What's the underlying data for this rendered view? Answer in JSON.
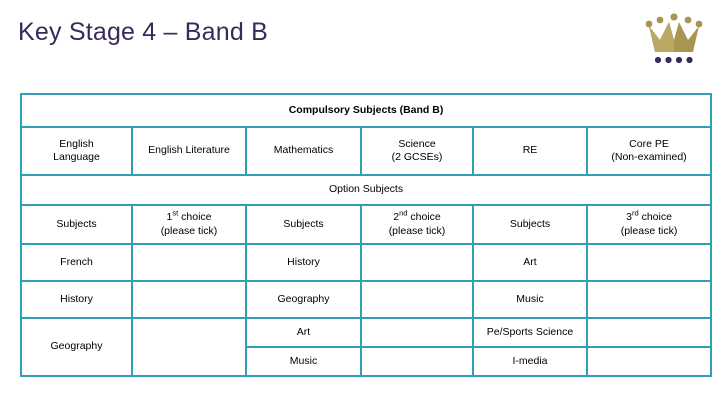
{
  "header": {
    "title": "Key Stage 4 – Band B",
    "title_color": "#3a2a5c",
    "logo": {
      "name": "crown-logo",
      "crown_color": "#a8954f",
      "dots_color": "#3a2a5c",
      "dot_count": 4,
      "point_count": 5
    }
  },
  "table": {
    "border_color": "#2e9fb5",
    "header_fill": "#c9eaf1",
    "cell_fill": "#ffffff",
    "compulsory": {
      "banner": "Compulsory Subjects (Band B)",
      "columns": [
        {
          "line1": "English",
          "line2": "Language"
        },
        {
          "line1": "English Literature",
          "line2": ""
        },
        {
          "line1": "Mathematics",
          "line2": ""
        },
        {
          "line1": "Science",
          "line2": "(2 GCSEs)"
        },
        {
          "line1": "RE",
          "line2": ""
        },
        {
          "line1": "Core PE",
          "line2": "(Non-examined)"
        }
      ]
    },
    "options": {
      "banner": "Option Subjects",
      "headers": [
        {
          "label": "Subjects",
          "sup": "",
          "sub": ""
        },
        {
          "label": "1",
          "sup": "st",
          "rest": " choice",
          "sub": "(please tick)"
        },
        {
          "label": "Subjects",
          "sup": "",
          "sub": ""
        },
        {
          "label": "2",
          "sup": "nd",
          "rest": " choice",
          "sub": "(please tick)"
        },
        {
          "label": "Subjects",
          "sup": "",
          "sub": ""
        },
        {
          "label": "3",
          "sup": "rd",
          "rest": "  choice",
          "sub": "(please tick)"
        }
      ],
      "column1_subjects": [
        "French",
        "History",
        "Geography"
      ],
      "column1_ticks": [
        "",
        "",
        ""
      ],
      "column3_subjects": [
        "History",
        "Geography",
        "Art",
        "Music"
      ],
      "column3_ticks": [
        "",
        "",
        "",
        ""
      ],
      "column5_subjects": [
        "Art",
        "Music",
        "Pe/Sports Science",
        "I-media"
      ],
      "column5_ticks": [
        "",
        "",
        "",
        ""
      ]
    }
  }
}
